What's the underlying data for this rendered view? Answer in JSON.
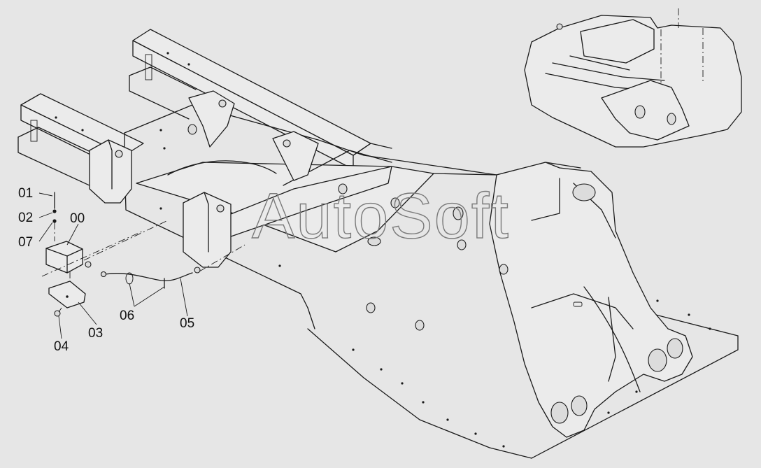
{
  "watermark": "AutoSoft",
  "callouts": [
    {
      "id": "01",
      "text": "01"
    },
    {
      "id": "02",
      "text": "02"
    },
    {
      "id": "07",
      "text": "07"
    },
    {
      "id": "00",
      "text": "00"
    },
    {
      "id": "06",
      "text": "06"
    },
    {
      "id": "05",
      "text": "05"
    },
    {
      "id": "03",
      "text": "03"
    },
    {
      "id": "04",
      "text": "04"
    }
  ]
}
